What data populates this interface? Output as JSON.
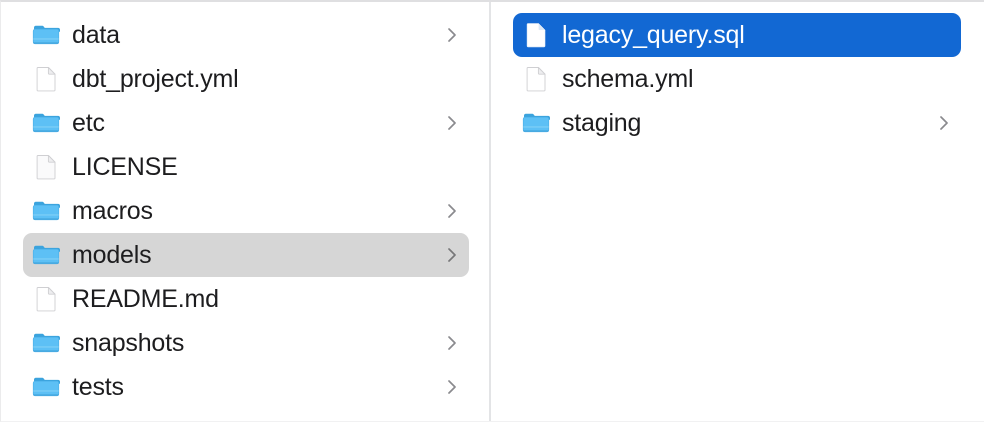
{
  "window": {
    "app": "Finder",
    "view_mode": "column"
  },
  "columns": [
    {
      "name": "parent-column",
      "items": [
        {
          "label": "data",
          "kind": "folder",
          "icon": "folder-icon",
          "has_chevron": true,
          "selected": false
        },
        {
          "label": "dbt_project.yml",
          "kind": "file",
          "icon": "document-icon",
          "has_chevron": false,
          "selected": false
        },
        {
          "label": "etc",
          "kind": "folder",
          "icon": "folder-icon",
          "has_chevron": true,
          "selected": false
        },
        {
          "label": "LICENSE",
          "kind": "file",
          "icon": "document-icon",
          "has_chevron": false,
          "selected": false
        },
        {
          "label": "macros",
          "kind": "folder",
          "icon": "folder-icon",
          "has_chevron": true,
          "selected": false
        },
        {
          "label": "models",
          "kind": "folder",
          "icon": "folder-icon",
          "has_chevron": true,
          "selected": "gray"
        },
        {
          "label": "README.md",
          "kind": "file",
          "icon": "document-icon",
          "has_chevron": false,
          "selected": false
        },
        {
          "label": "snapshots",
          "kind": "folder",
          "icon": "folder-icon",
          "has_chevron": true,
          "selected": false
        },
        {
          "label": "tests",
          "kind": "folder",
          "icon": "folder-icon",
          "has_chevron": true,
          "selected": false
        }
      ]
    },
    {
      "name": "child-column",
      "items": [
        {
          "label": "legacy_query.sql",
          "kind": "file",
          "icon": "document-icon",
          "has_chevron": false,
          "selected": "blue"
        },
        {
          "label": "schema.yml",
          "kind": "file",
          "icon": "document-icon",
          "has_chevron": false,
          "selected": false
        },
        {
          "label": "staging",
          "kind": "folder",
          "icon": "folder-icon",
          "has_chevron": true,
          "selected": false
        }
      ]
    }
  ],
  "colors": {
    "selection_blue": "#1268d3",
    "selection_gray": "#d6d6d6",
    "folder_blue": "#4fb9f2",
    "folder_blue_dark": "#3aa3e0",
    "text": "#1d1d1f",
    "text_selected": "#ffffff",
    "divider": "#e3e4e6",
    "background": "#ffffff"
  }
}
